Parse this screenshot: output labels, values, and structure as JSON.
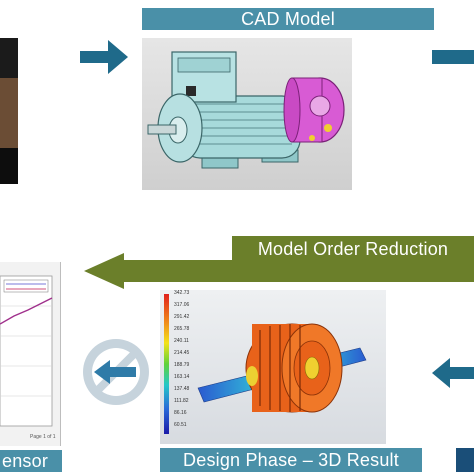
{
  "cad": {
    "title": "CAD Model"
  },
  "mor": {
    "label": "Model Order Reduction"
  },
  "design": {
    "label": "Design Phase – 3D Result",
    "legend_values": [
      "342.73",
      "317.06",
      "291.42",
      "265.78",
      "240.11",
      "214.45",
      "188.79",
      "163.14",
      "137.48",
      "111.82",
      "86.16",
      "60.51"
    ]
  },
  "sensor": {
    "label_fragment": "ensor",
    "chart_page": "Page 1 of 1"
  },
  "colors": {
    "teal_bar": "#4a90a8",
    "olive_bar": "#6b7f2a",
    "arrow_blue": "#1f6a8a",
    "dark_band": "#1a4e78"
  }
}
